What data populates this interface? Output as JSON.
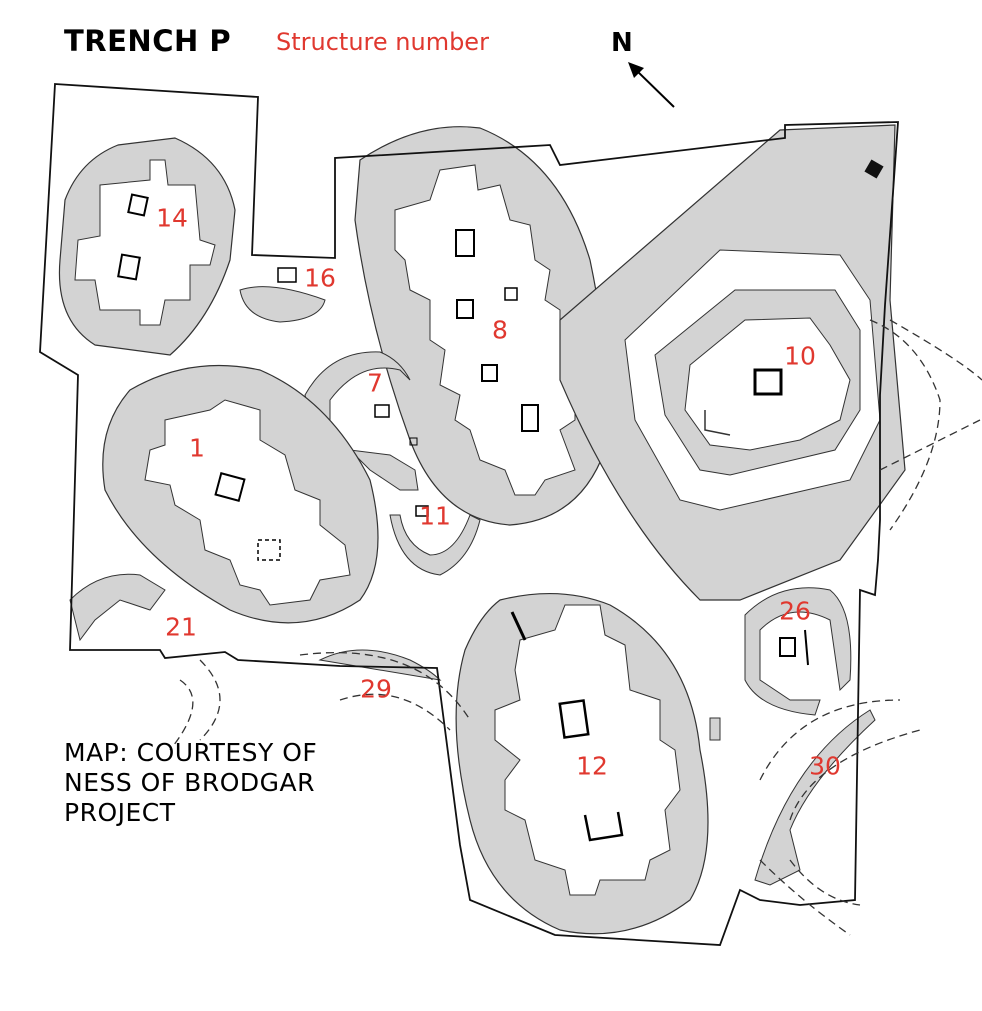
{
  "map": {
    "title": "TRENCH P",
    "legend_label": "Structure number",
    "north_label": "N",
    "credit_lines": [
      "MAP: COURTESY OF",
      "NESS OF BRODGAR",
      "PROJECT"
    ],
    "colors": {
      "structure_fill": "#d3d3d3",
      "outline": "#222222",
      "label": "#e0382f",
      "background": "#ffffff"
    },
    "structures": [
      "14",
      "16",
      "8",
      "10",
      "7",
      "1",
      "11",
      "21",
      "29",
      "26",
      "12",
      "30"
    ]
  }
}
